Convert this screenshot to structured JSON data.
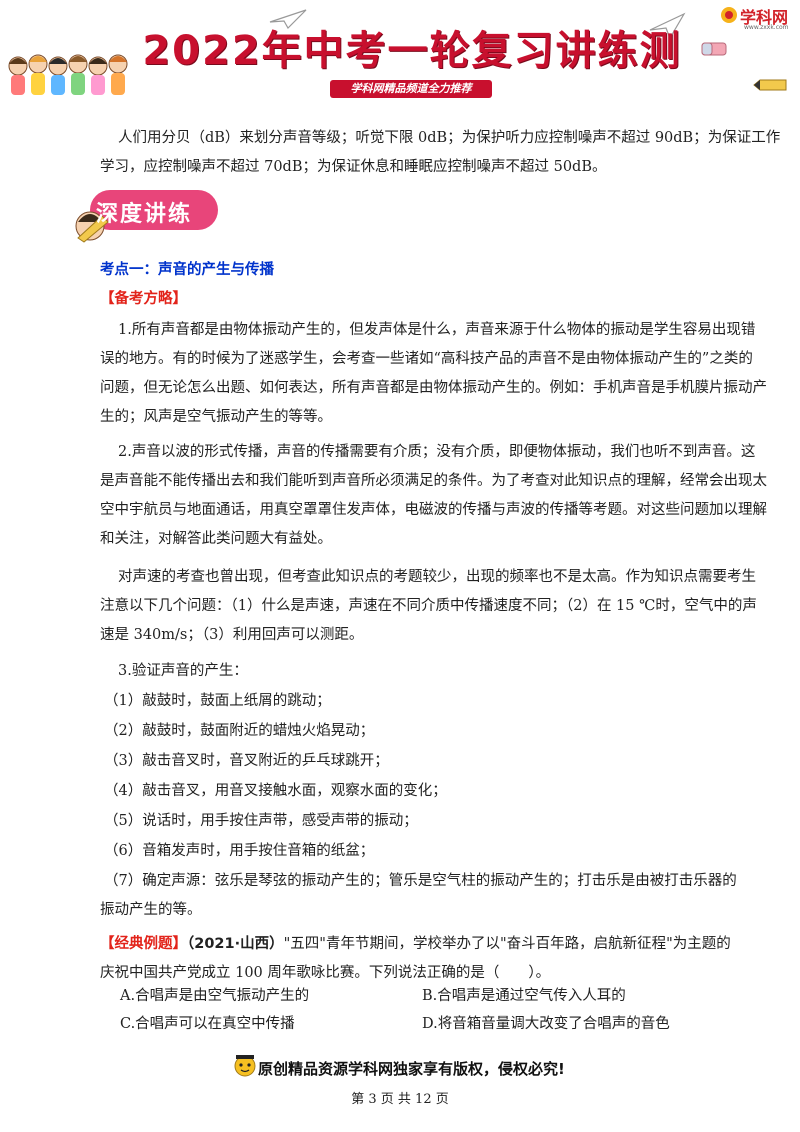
{
  "header": {
    "title": "2022年中考一轮复习讲练测",
    "banner": "学科网精品频道全力推荐",
    "logo_text": "学科网",
    "logo_sub": "www.zxxk.com"
  },
  "intro": [
    "人们用分贝（dB）来划分声音等级；听觉下限 0dB；为保护听力应控制噪声不超过 90dB；为保证工作",
    "学习，应控制噪声不超过 70dB；为保证休息和睡眠应控制噪声不超过 50dB。"
  ],
  "section_badge": "深度讲练",
  "kaodian": "考点一：声音的产生与传播",
  "beikao_heading": "【备考方略】",
  "para1": [
    "1.所有声音都是由物体振动产生的，但发声体是什么，声音来源于什么物体的振动是学生容易出现错",
    "误的地方。有的时候为了迷惑学生，会考查一些诸如“高科技产品的声音不是由物体振动产生的”之类的",
    "问题，但无论怎么出题、如何表达，所有声音都是由物体振动产生的。例如：手机声音是手机膜片振动产",
    "生的；风声是空气振动产生的等等。"
  ],
  "para2": [
    "2.声音以波的形式传播，声音的传播需要有介质；没有介质，即便物体振动，我们也听不到声音。这",
    "是声音能不能传播出去和我们能听到声音所必须满足的条件。为了考查对此知识点的理解，经常会出现太",
    "空中宇航员与地面通话，用真空罩罩住发声体，电磁波的传播与声波的传播等考题。对这些问题加以理解",
    "和关注，对解答此类问题大有益处。"
  ],
  "para3": [
    "对声速的考查也曾出现，但考查此知识点的考题较少，出现的频率也不是太高。作为知识点需要考生",
    "注意以下几个问题：（1）什么是声速，声速在不同介质中传播速度不同；（2）在 15 ℃时，空气中的声",
    "速是 340m/s；（3）利用回声可以测距。"
  ],
  "verify_heading": "3.验证声音的产生：",
  "verify_items": [
    "（1）敲鼓时，鼓面上纸屑的跳动；",
    "（2）敲鼓时，鼓面附近的蜡烛火焰晃动；",
    "（3）敲击音叉时，音叉附近的乒乓球跳开；",
    "（4）敲击音叉，用音叉接触水面，观察水面的变化；",
    "（5）说话时，用手按住声带，感受声带的振动；",
    "（6）音箱发声时，用手按住音箱的纸盆；",
    "（7）确定声源：弦乐是琴弦的振动产生的；管乐是空气柱的振动产生的；打击乐是由被打击乐器的"
  ],
  "verify_tail": "振动产生的等。",
  "example": {
    "tag": "【经典例题】",
    "source": "（2021·山西）",
    "stem_line1": "\"五四\"青年节期间，学校举办了以\"奋斗百年路，启航新征程\"为主题的",
    "stem_line2": "庆祝中国共产党成立 100 周年歌咏比赛。下列说法正确的是（　　）。",
    "options": {
      "A": "A.合唱声是由空气振动产生的",
      "B": "B.合唱声是通过空气传入人耳的",
      "C": "C.合唱声可以在真空中传播",
      "D": "D.将音箱音量调大改变了合唱声的音色"
    }
  },
  "footer": {
    "copyright": "原创精品资源学科网独家享有版权，侵权必究!",
    "page": "第 3 页 共 12 页"
  },
  "colors": {
    "title_red": "#c8102e",
    "heading_red": "#e2231a",
    "kaodian_blue": "#0033cc",
    "badge_pink": "#e8457a"
  }
}
